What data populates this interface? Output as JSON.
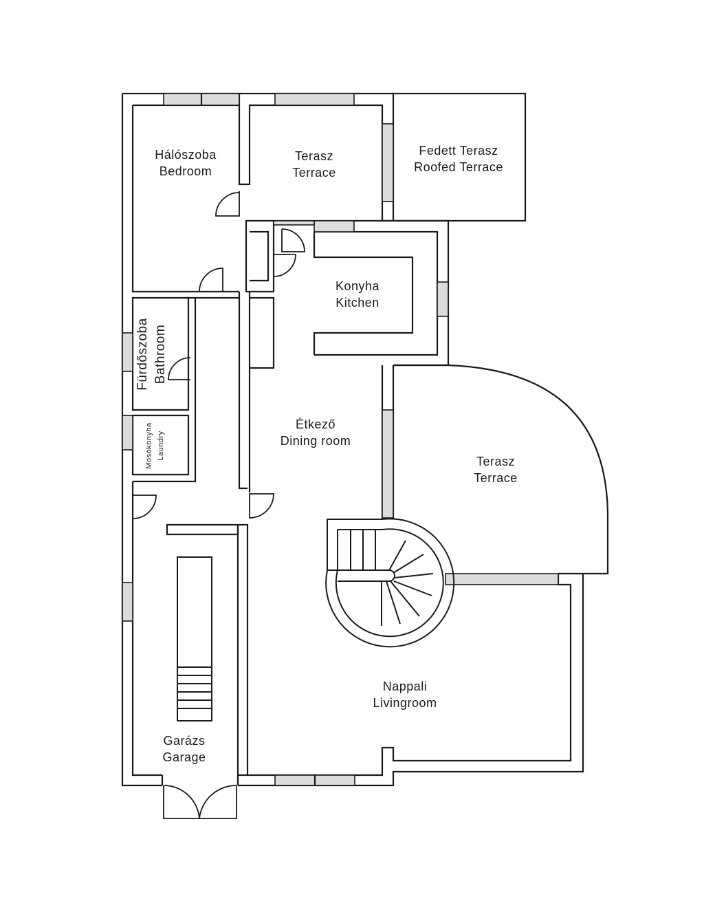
{
  "rooms": {
    "bedroom": {
      "hu": "Hálószoba",
      "en": "Bedroom"
    },
    "terrace_top": {
      "hu": "Terasz",
      "en": "Terrace"
    },
    "roofed_terrace": {
      "hu": "Fedett Terasz",
      "en": "Roofed Terrace"
    },
    "kitchen": {
      "hu": "Konyha",
      "en": "Kitchen"
    },
    "bathroom": {
      "hu": "Fürdőszoba",
      "en": "Bathroom"
    },
    "laundry": {
      "hu": "Mosókonyha",
      "en": "Laundry"
    },
    "dining": {
      "hu": "Étkező",
      "en": "Dining room"
    },
    "terrace_right": {
      "hu": "Terasz",
      "en": "Terrace"
    },
    "living": {
      "hu": "Nappali",
      "en": "Livingroom"
    },
    "garage": {
      "hu": "Garázs",
      "en": "Garage"
    }
  },
  "colors": {
    "wall": "#1a1a1a",
    "window_fill": "#dcdcdc",
    "background": "#ffffff"
  }
}
